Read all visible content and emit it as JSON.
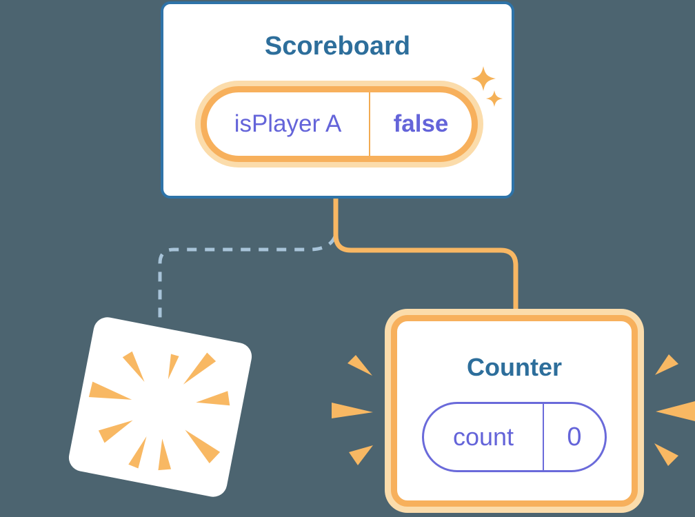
{
  "diagram": {
    "background_color": "#4c6470"
  },
  "scoreboard": {
    "title": "Scoreboard",
    "state": {
      "name": "isPlayer A",
      "value": "false"
    }
  },
  "counter": {
    "title": "Counter",
    "state": {
      "name": "count",
      "value": "0"
    }
  },
  "connections": {
    "scoreboard_to_counter": "solid orange connector",
    "scoreboard_to_removed_child": "dashed connector to disappearing component"
  },
  "icons": {
    "sparkle_large": "sparkle-icon",
    "sparkle_small": "sparkle-icon",
    "poof_burst": "poof-burst-icon",
    "emphasis_left": "emphasis-rays-icon",
    "emphasis_right": "emphasis-rays-icon"
  },
  "colors": {
    "card_border_blue": "#2e73a8",
    "title_blue": "#2d6e9b",
    "state_purple": "#6464d9",
    "pill_border_purple": "#6a6ada",
    "highlight_orange": "#f7b05c",
    "highlight_halo": "#fbdcab",
    "connector_orange": "#f8b763",
    "dashed_connector": "#a8c4d9",
    "burst_orange": "#f8b863",
    "card_background": "#ffffff"
  }
}
